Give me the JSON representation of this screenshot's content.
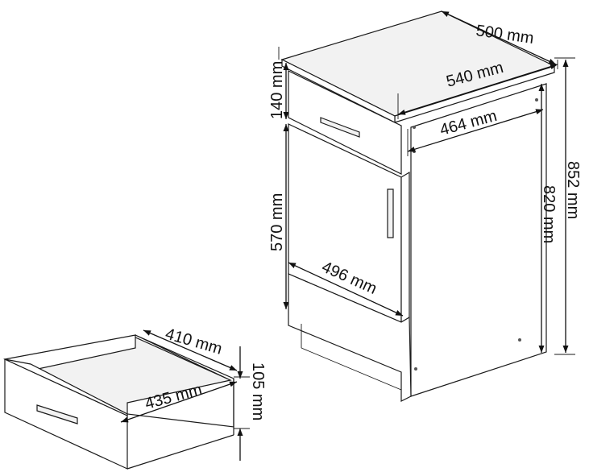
{
  "units": "mm",
  "cabinet": {
    "depth_label": "500 mm",
    "width_label": "540 mm",
    "inner_width_label": "464 mm",
    "height_label": "852 mm",
    "body_height_label": "820 mm",
    "drawer_front_height_label": "140 mm",
    "door_height_label": "570 mm",
    "door_width_label": "496 mm"
  },
  "drawer": {
    "inner_depth_label": "410 mm",
    "inner_width_label": "435 mm",
    "height_label": "105 mm"
  }
}
